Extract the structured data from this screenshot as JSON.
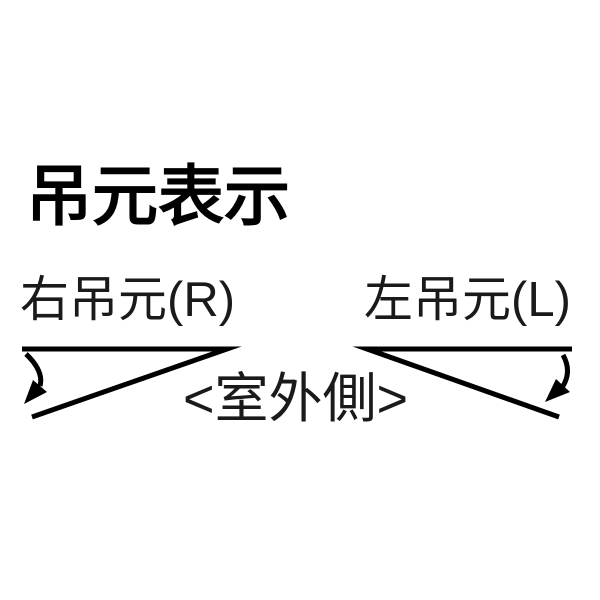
{
  "page": {
    "background_color": "#ffffff",
    "ink_color": "#000000"
  },
  "title": "吊元表示",
  "diagram": {
    "right_hinge": {
      "label": "右吊元(R)",
      "icon": "swing-arc-arrow-down-left"
    },
    "left_hinge": {
      "label": "左吊元(L)",
      "icon": "swing-arc-arrow-down-left"
    },
    "center_label": "<室外側>"
  }
}
